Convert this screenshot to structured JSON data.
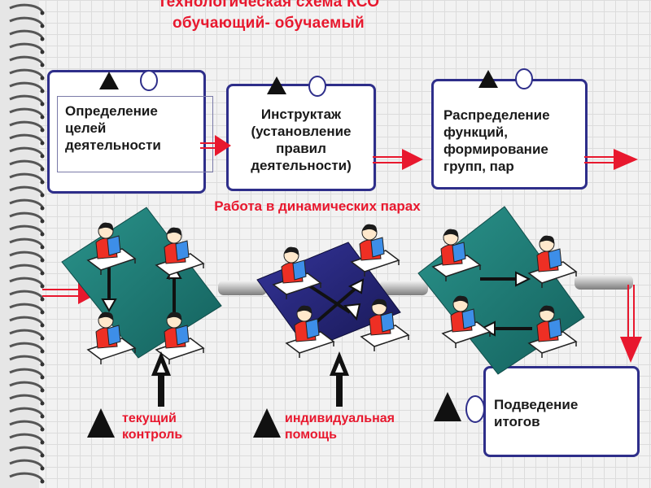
{
  "title": {
    "line1": "Технологическая  схема  КСО",
    "line2": "обучающий-  обучаемый"
  },
  "steps": [
    {
      "label": "Определение\nцелей\nдеятельности"
    },
    {
      "label": "Инструктаж\n(установление\nправил\nдеятельности)"
    },
    {
      "label": "Распределение\nфункций,\nформирование\nгрупп, пар"
    }
  ],
  "section_title": "Работа в динамических парах",
  "result_box": {
    "label": "Подведение\nитогов"
  },
  "legend": {
    "current_control": "текущий\nконтроль",
    "individual_help": "индивидуальная\nпомощь"
  },
  "colors": {
    "accent_red": "#e8182e",
    "box_border": "#2e2e8a",
    "teal_panel": "#1f7d77",
    "navy_panel": "#23236e"
  },
  "icons": [
    "spiral-binding",
    "triangle-icon",
    "circle-icon",
    "student-reading-icon",
    "arrow-icon"
  ]
}
